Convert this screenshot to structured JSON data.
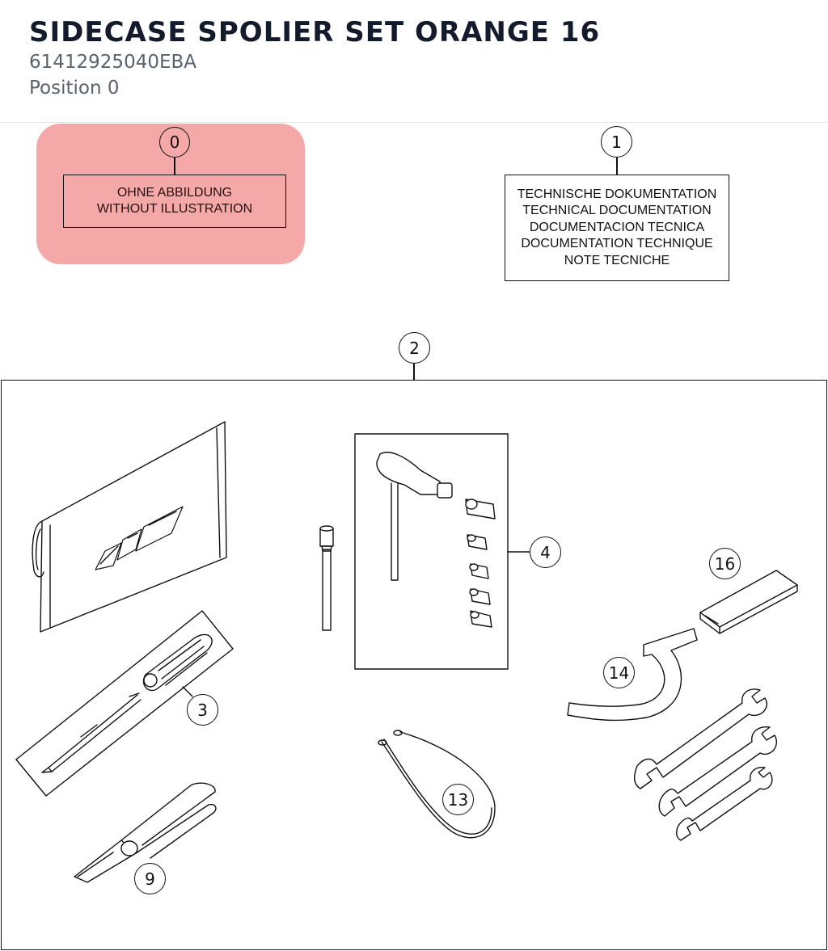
{
  "header": {
    "title": "SIDECASE SPOLIER SET ORANGE 16",
    "part_number": "61412925040EBA",
    "position": "Position 0"
  },
  "labels": {
    "without_illustration": [
      "OHNE ABBILDUNG",
      "WITHOUT ILLUSTRATION"
    ],
    "documentation": [
      "TECHNISCHE DOKUMENTATION",
      "TECHNICAL DOCUMENTATION",
      "DOCUMENTACION TECNICA",
      "DOCUMENTATION TECHNIQUE",
      "NOTE TECNICHE"
    ]
  },
  "callouts": {
    "c0": "0",
    "c1": "1",
    "c2": "2",
    "c3": "3",
    "c4": "4",
    "c9": "9",
    "c13": "13",
    "c14": "14",
    "c16": "16"
  },
  "colors": {
    "highlight": "#f4a9a8",
    "line": "#111111"
  },
  "icons": [
    "tool-bag-icon",
    "screwdriver-icon",
    "extension-bar-icon",
    "t-handle-icon",
    "socket-icon",
    "pliers-icon",
    "cable-icon",
    "hook-wrench-icon",
    "spanner-icon",
    "bar-icon"
  ]
}
